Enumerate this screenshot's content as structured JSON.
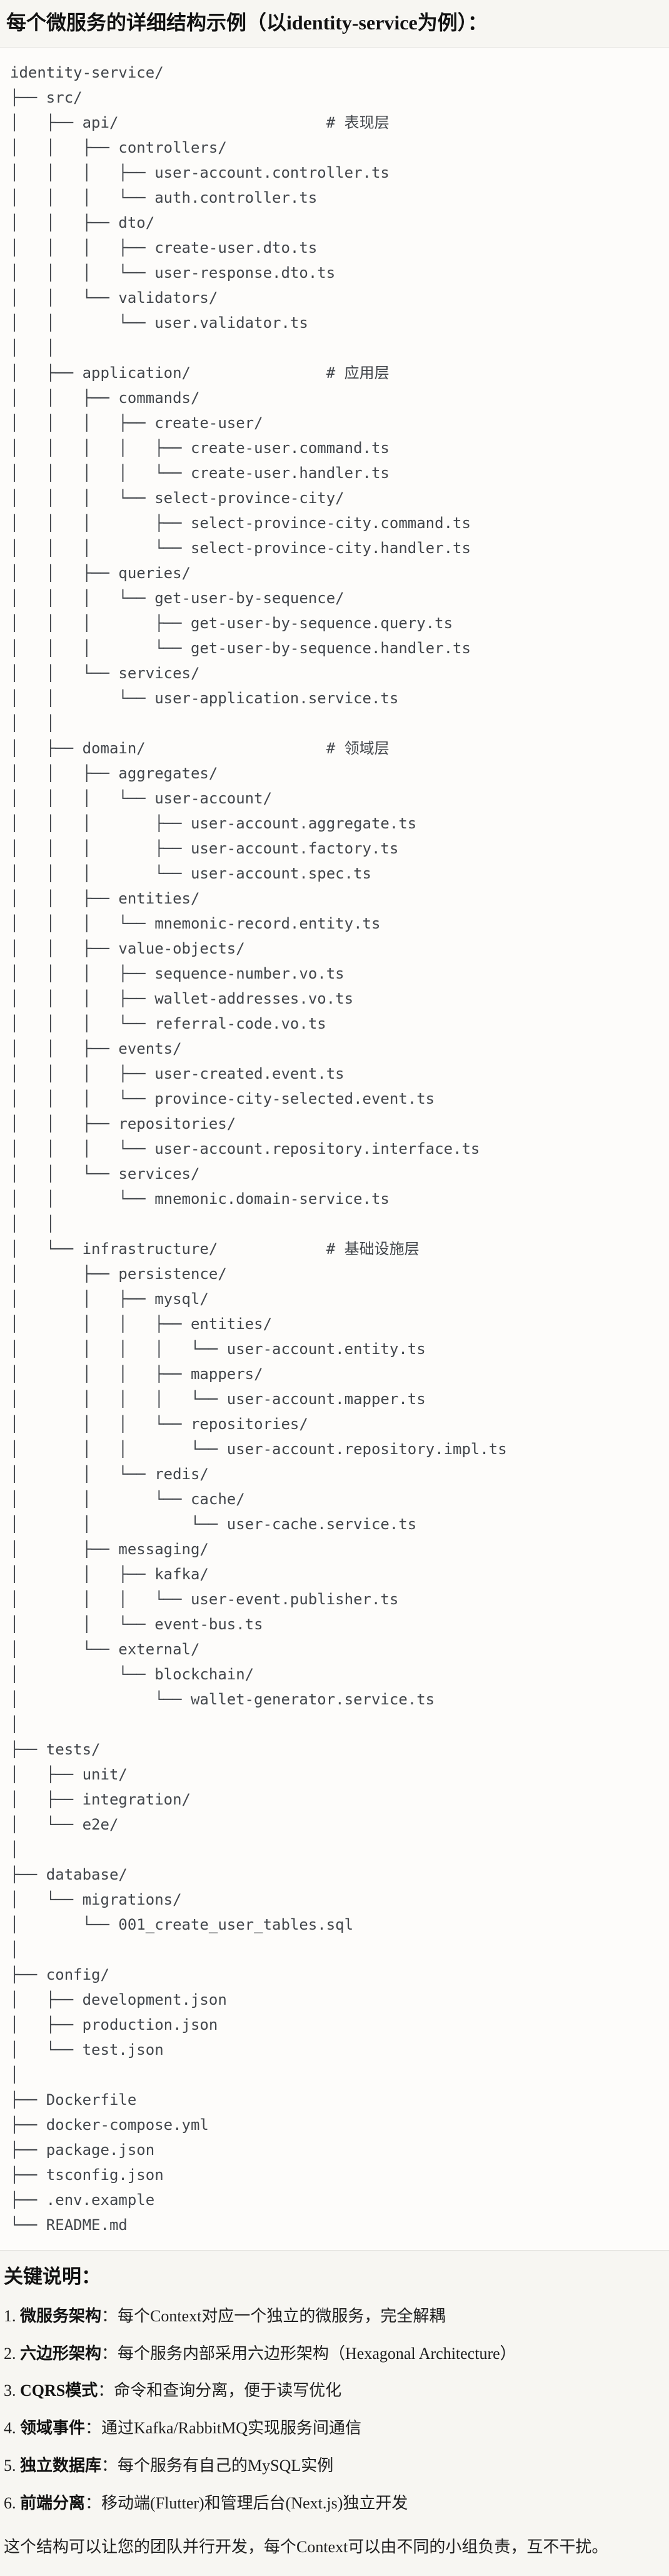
{
  "title": "每个微服务的详细结构示例（以identity-service为例）：",
  "tree": {
    "lines": [
      "identity-service/",
      "├── src/",
      "│   ├── api/                       # 表现层",
      "│   │   ├── controllers/",
      "│   │   │   ├── user-account.controller.ts",
      "│   │   │   └── auth.controller.ts",
      "│   │   ├── dto/",
      "│   │   │   ├── create-user.dto.ts",
      "│   │   │   └── user-response.dto.ts",
      "│   │   └── validators/",
      "│   │       └── user.validator.ts",
      "│   │",
      "│   ├── application/               # 应用层",
      "│   │   ├── commands/",
      "│   │   │   ├── create-user/",
      "│   │   │   │   ├── create-user.command.ts",
      "│   │   │   │   └── create-user.handler.ts",
      "│   │   │   └── select-province-city/",
      "│   │   │       ├── select-province-city.command.ts",
      "│   │   │       └── select-province-city.handler.ts",
      "│   │   ├── queries/",
      "│   │   │   └── get-user-by-sequence/",
      "│   │   │       ├── get-user-by-sequence.query.ts",
      "│   │   │       └── get-user-by-sequence.handler.ts",
      "│   │   └── services/",
      "│   │       └── user-application.service.ts",
      "│   │",
      "│   ├── domain/                    # 领域层",
      "│   │   ├── aggregates/",
      "│   │   │   └── user-account/",
      "│   │   │       ├── user-account.aggregate.ts",
      "│   │   │       ├── user-account.factory.ts",
      "│   │   │       └── user-account.spec.ts",
      "│   │   ├── entities/",
      "│   │   │   └── mnemonic-record.entity.ts",
      "│   │   ├── value-objects/",
      "│   │   │   ├── sequence-number.vo.ts",
      "│   │   │   ├── wallet-addresses.vo.ts",
      "│   │   │   └── referral-code.vo.ts",
      "│   │   ├── events/",
      "│   │   │   ├── user-created.event.ts",
      "│   │   │   └── province-city-selected.event.ts",
      "│   │   ├── repositories/",
      "│   │   │   └── user-account.repository.interface.ts",
      "│   │   └── services/",
      "│   │       └── mnemonic.domain-service.ts",
      "│   │",
      "│   └── infrastructure/            # 基础设施层",
      "│       ├── persistence/",
      "│       │   ├── mysql/",
      "│       │   │   ├── entities/",
      "│       │   │   │   └── user-account.entity.ts",
      "│       │   │   ├── mappers/",
      "│       │   │   │   └── user-account.mapper.ts",
      "│       │   │   └── repositories/",
      "│       │   │       └── user-account.repository.impl.ts",
      "│       │   └── redis/",
      "│       │       └── cache/",
      "│       │           └── user-cache.service.ts",
      "│       ├── messaging/",
      "│       │   ├── kafka/",
      "│       │   │   └── user-event.publisher.ts",
      "│       │   └── event-bus.ts",
      "│       └── external/",
      "│           └── blockchain/",
      "│               └── wallet-generator.service.ts",
      "│",
      "├── tests/",
      "│   ├── unit/",
      "│   ├── integration/",
      "│   └── e2e/",
      "│",
      "├── database/",
      "│   └── migrations/",
      "│       └── 001_create_user_tables.sql",
      "│",
      "├── config/",
      "│   ├── development.json",
      "│   ├── production.json",
      "│   └── test.json",
      "│",
      "├── Dockerfile",
      "├── docker-compose.yml",
      "├── package.json",
      "├── tsconfig.json",
      "├── .env.example",
      "└── README.md"
    ]
  },
  "notes": {
    "heading": "关键说明：",
    "items": [
      {
        "num": "1. ",
        "label": "微服务架构",
        "sep": "：",
        "text": "每个Context对应一个独立的微服务，完全解耦"
      },
      {
        "num": "2. ",
        "label": "六边形架构",
        "sep": "：",
        "text": "每个服务内部采用六边形架构（Hexagonal Architecture）"
      },
      {
        "num": "3. ",
        "label": "CQRS模式",
        "sep": "：",
        "text": "命令和查询分离，便于读写优化"
      },
      {
        "num": "4. ",
        "label": "领域事件",
        "sep": "：",
        "text": "通过Kafka/RabbitMQ实现服务间通信"
      },
      {
        "num": "5. ",
        "label": "独立数据库",
        "sep": "：",
        "text": "每个服务有自己的MySQL实例"
      },
      {
        "num": "6. ",
        "label": "前端分离",
        "sep": "：",
        "text": "移动端(Flutter)和管理后台(Next.js)独立开发"
      }
    ],
    "footer": "这个结构可以让您的团队并行开发，每个Context可以由不同的小组负责，互不干扰。"
  }
}
